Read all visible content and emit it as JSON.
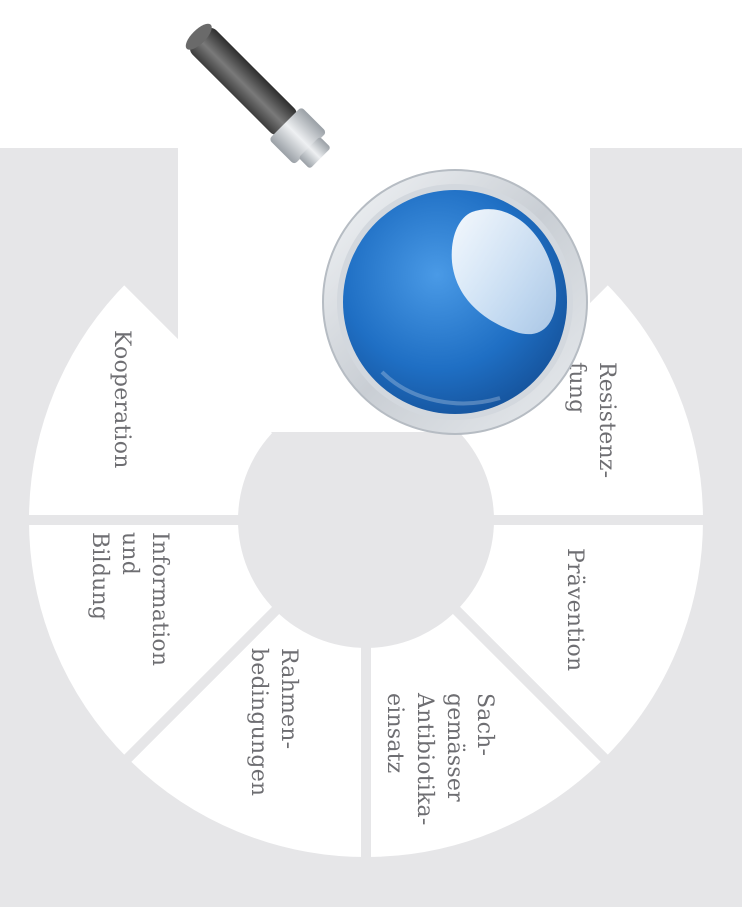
{
  "colors": {
    "background_gray": "#e6e6e8",
    "segment_fill": "#ffffff",
    "label_text": "#6e6e72",
    "lens_blue": "#1f6fc4",
    "handle_gray": "#555555"
  },
  "icons": {
    "magnifier": "magnifying-glass-icon"
  },
  "wheel": {
    "segments": [
      {
        "id": "resistenz",
        "lines": [
          "Resistenz-",
          "fung"
        ]
      },
      {
        "id": "praevention",
        "lines": [
          "Prävention"
        ]
      },
      {
        "id": "sachgemaesser",
        "lines": [
          "Sach-",
          "gemässer",
          "Antibiotika-",
          "einsatz"
        ]
      },
      {
        "id": "rahmen",
        "lines": [
          "Rahmen-",
          "bedingungen"
        ]
      },
      {
        "id": "information",
        "lines": [
          "Information",
          "und",
          "Bildung"
        ]
      },
      {
        "id": "kooperation",
        "lines": [
          "Kooperation"
        ]
      }
    ]
  }
}
